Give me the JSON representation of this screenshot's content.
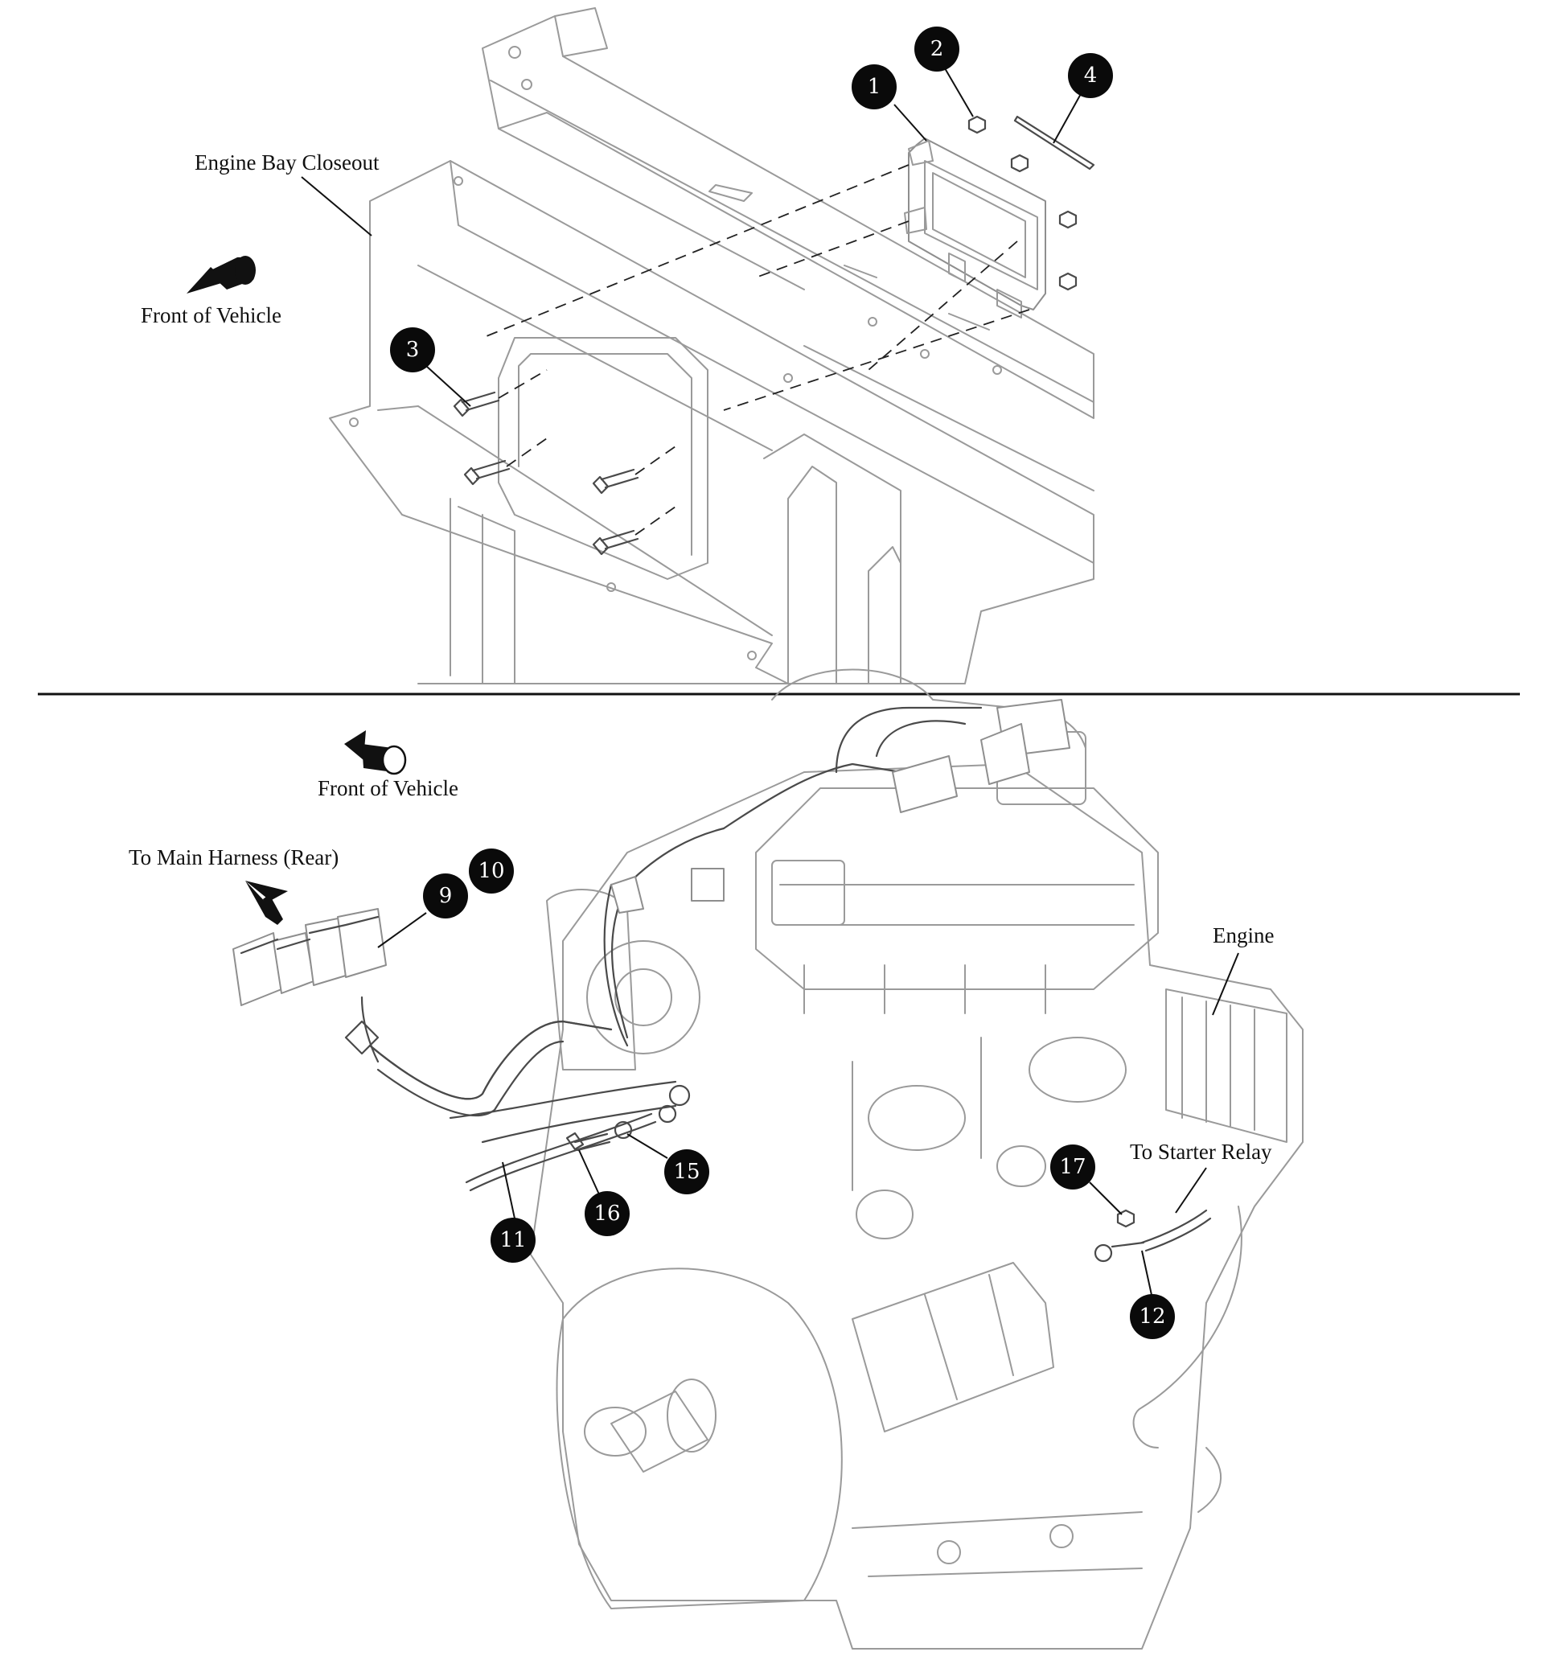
{
  "top_view": {
    "labels": {
      "closeout": "Engine Bay Closeout",
      "front": "Front of Vehicle"
    },
    "callouts": [
      "1",
      "2",
      "3",
      "4"
    ]
  },
  "bottom_view": {
    "labels": {
      "front": "Front of Vehicle",
      "main_harness": "To Main Harness (Rear)",
      "engine": "Engine",
      "starter_relay": "To Starter Relay"
    },
    "callouts": [
      "9",
      "10",
      "11",
      "12",
      "15",
      "16",
      "17"
    ]
  }
}
